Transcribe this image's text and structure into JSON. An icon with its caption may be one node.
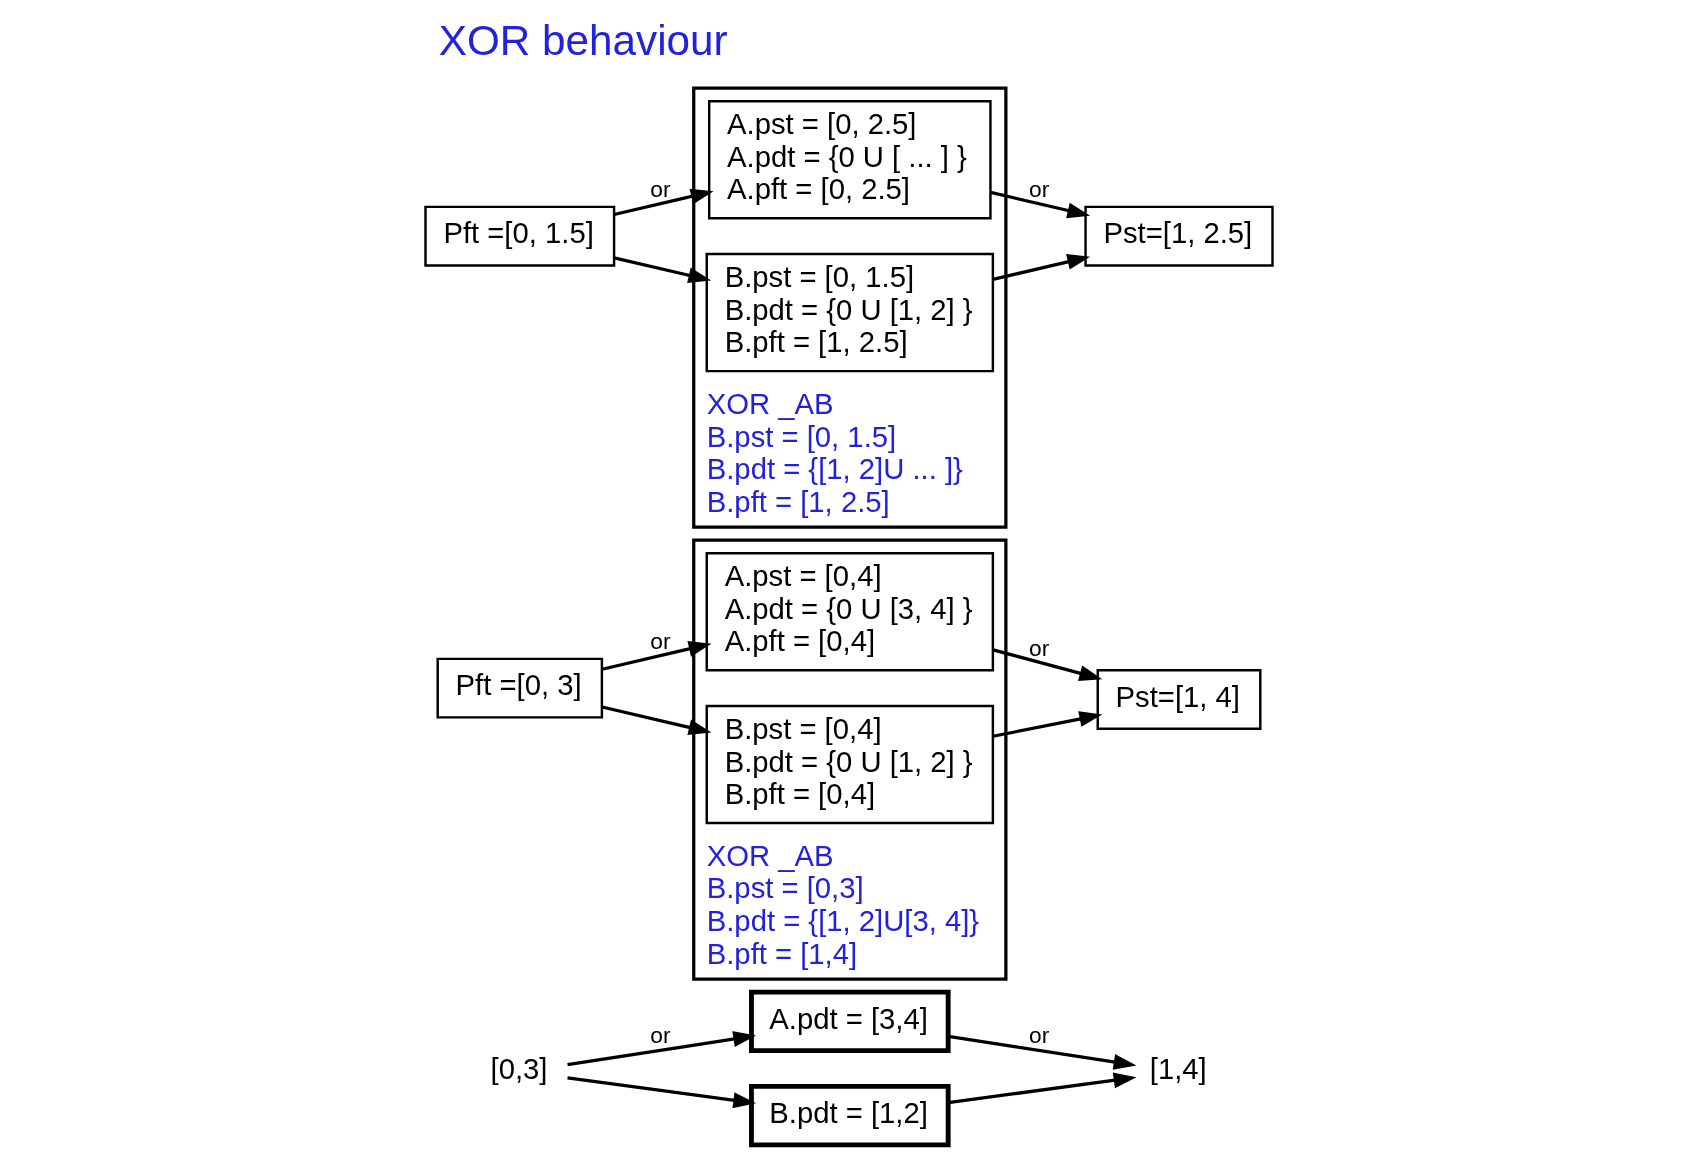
{
  "diagram": {
    "title": "XOR behaviour",
    "nodes": [
      {
        "text": [
          "[0,3]"
        ]
      },
      {
        "text": [
          "A.pdt = [3,4]"
        ]
      },
      {
        "text": [
          "B.pdt = [1,2]"
        ]
      },
      {
        "text": [
          "[1,4]"
        ]
      },
      {
        "text": [
          "Pft =[0, 3]"
        ]
      },
      {
        "text": [
          "XOR _AB",
          "B.pst = [0,3]",
          "B.pdt = {[1, 2]U[3, 4]}",
          "B.pft = [1,4]"
        ]
      },
      {
        "text": [
          "A.pst = [0,4]",
          "A.pdt = {0 U [3, 4] }",
          "A.pft = [0,4]"
        ],
        "in": 5
      },
      {
        "text": [
          "B.pst = [0,4]",
          "B.pdt = {0 U [1, 2] }",
          "B.pft = [0,4]"
        ],
        "in": 5
      },
      {
        "text": [
          "Pst=[1, 4]"
        ]
      },
      {
        "text": [
          "Pft =[0, 1.5]"
        ]
      },
      {
        "text": [
          "XOR _AB",
          "B.pst = [0, 1.5]",
          "B.pdt = {[1, 2]U ... ]}",
          "B.pft = [1, 2.5]"
        ]
      },
      {
        "text": [
          "A.pst = [0, 2.5]",
          "A.pdt = {0 U [ ... ] }",
          "A.pft = [0, 2.5]"
        ],
        "in": 10
      },
      {
        "text": [
          "B.pst = [0, 1.5]",
          "B.pdt = {0 U [1, 2] }",
          "B.pft = [1, 2.5]"
        ],
        "in": 10
      },
      {
        "text": [
          "Pst=[1, 2.5]"
        ]
      }
    ],
    "edges": [
      {
        "from": 0,
        "to": 1,
        "arrow": "to",
        "label": "or"
      },
      {
        "from": 0,
        "to": 2,
        "arrow": "to"
      },
      {
        "from": 1,
        "to": 3,
        "arrow": "to",
        "label": "or"
      },
      {
        "from": 2,
        "to": 3,
        "arrow": "to"
      },
      {
        "from": 4,
        "to": 6,
        "arrow": "to",
        "label": "or"
      },
      {
        "from": 4,
        "to": 7,
        "arrow": "to"
      },
      {
        "from": 6,
        "to": 8,
        "arrow": "to",
        "label": "or"
      },
      {
        "from": 7,
        "to": 8,
        "arrow": "to"
      },
      {
        "from": 9,
        "to": 11,
        "arrow": "to",
        "label": "or"
      },
      {
        "from": 9,
        "to": 12,
        "arrow": "to"
      },
      {
        "from": 11,
        "to": 13,
        "arrow": "to",
        "label": "or"
      },
      {
        "from": 12,
        "to": 13,
        "arrow": "to"
      }
    ]
  }
}
